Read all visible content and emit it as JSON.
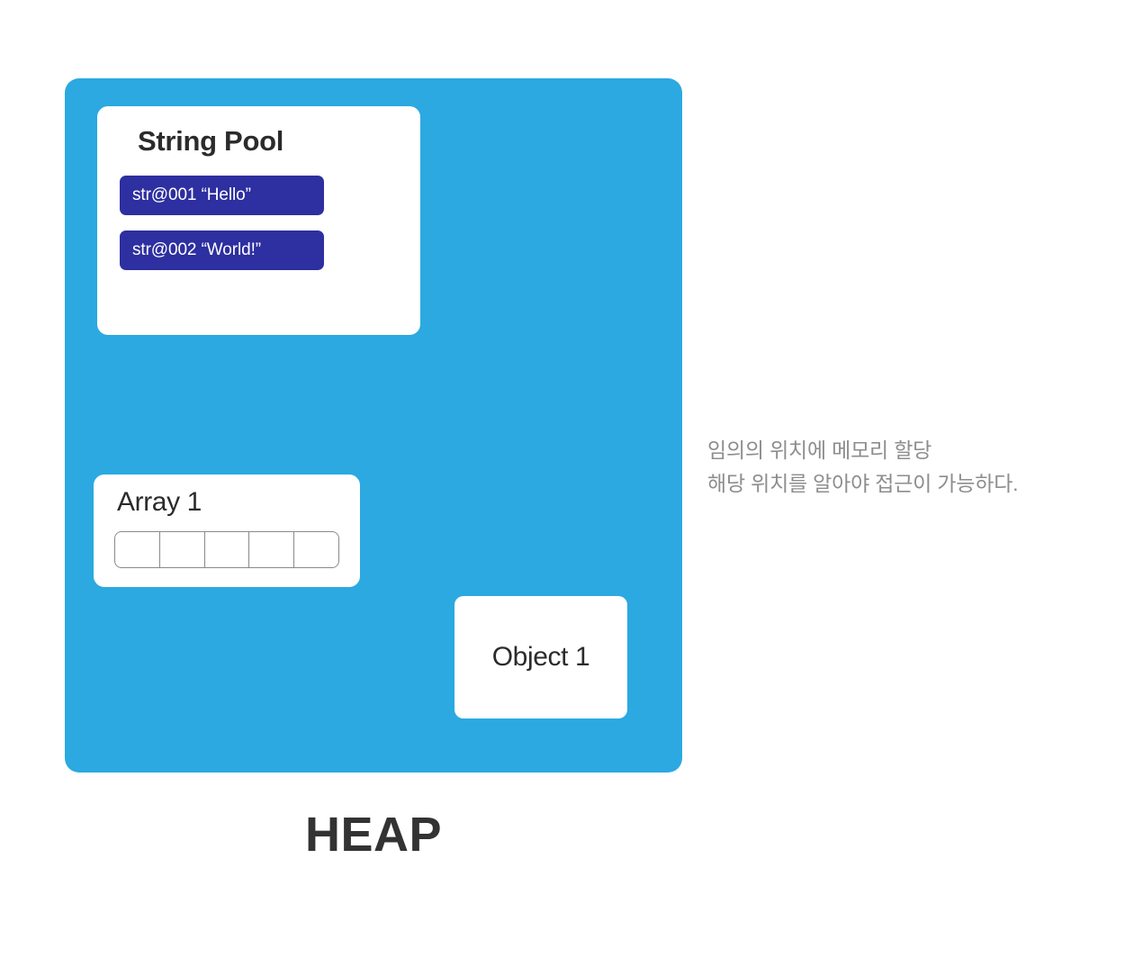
{
  "diagram": {
    "title": "HEAP",
    "accent_color": "#2BA9E0",
    "entry_color": "#2E2FA0",
    "text_color": "#2b2b2b",
    "note_color": "#8d8d8d"
  },
  "heap": {
    "caption": "HEAP",
    "string_pool": {
      "title": "String Pool",
      "entries": [
        {
          "label": "str@001 “Hello”"
        },
        {
          "label": "str@002 “World!”"
        }
      ]
    },
    "array": {
      "title": "Array 1",
      "cell_count": 5,
      "cells": [
        "",
        "",
        "",
        "",
        ""
      ]
    },
    "object": {
      "label": "Object 1"
    }
  },
  "annotation": {
    "line1": "임의의 위치에 메모리 할당",
    "line2": "해당 위치를 알아야 접근이 가능하다."
  }
}
